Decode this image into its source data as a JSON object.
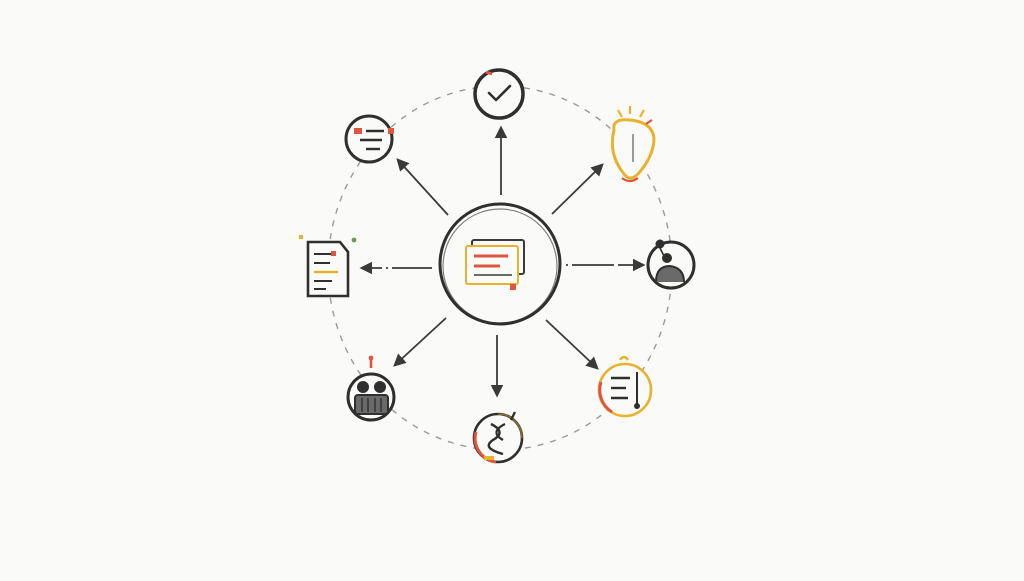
{
  "diagram": {
    "colors": {
      "ink": "#3a3a3a",
      "red": "#e0553f",
      "yellow": "#e8b22c",
      "paper": "#fafaf8"
    },
    "hub": {
      "icon": "stacked-cards-icon"
    },
    "nodes": [
      {
        "id": "top",
        "icon": "checkmark-icon"
      },
      {
        "id": "top-right",
        "icon": "lightbulb-icon"
      },
      {
        "id": "right",
        "icon": "person-badge-icon"
      },
      {
        "id": "bottom-right",
        "icon": "checklist-icon"
      },
      {
        "id": "bottom",
        "icon": "dna-icon"
      },
      {
        "id": "bottom-left",
        "icon": "people-group-icon"
      },
      {
        "id": "left",
        "icon": "document-icon"
      },
      {
        "id": "top-left",
        "icon": "list-icon"
      }
    ]
  }
}
